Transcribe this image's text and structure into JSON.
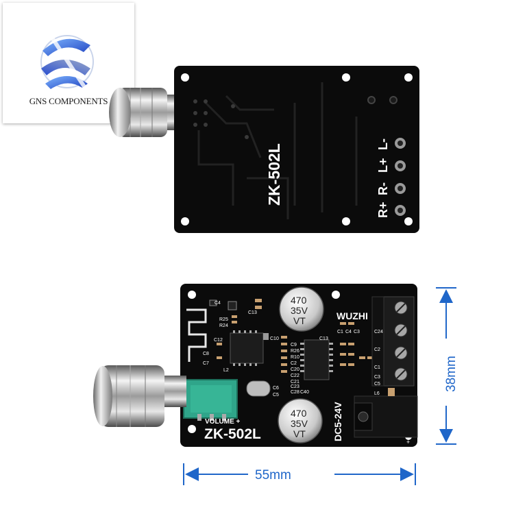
{
  "logo": {
    "company": "GNS COMPONENTS"
  },
  "back_board": {
    "model": "ZK-502L",
    "terminals": [
      "R+",
      "R-",
      "L+",
      "L-"
    ]
  },
  "front_board": {
    "model": "ZK-502L",
    "brand": "WUZHI",
    "volume_label": "VOLUME +",
    "power_label": "DC5-24V",
    "capacitor_left": {
      "line1": "470",
      "line2": "35V",
      "line3": "VT"
    },
    "capacitor_right": {
      "line1": "470",
      "line2": "35V",
      "line3": "VT"
    },
    "component_labels": [
      "C4",
      "R25",
      "R24",
      "C13",
      "C12",
      "C8",
      "C7",
      "L2",
      "C9",
      "C10",
      "C13",
      "R26",
      "R10",
      "C2",
      "C20",
      "C22",
      "C21",
      "C23",
      "C28",
      "C40",
      "C6",
      "C5",
      "C1",
      "C4",
      "C3",
      "C24",
      "C2",
      "C1",
      "C3",
      "C5",
      "L6"
    ],
    "plus_sign": "+"
  },
  "dimensions": {
    "height": "38mm",
    "width": "55mm"
  },
  "colors": {
    "pcb": "#0b0b0b",
    "dimension": "#1f66c9",
    "terminal_block": "#1c1c1c",
    "potentiometer": "#2fa58a"
  }
}
